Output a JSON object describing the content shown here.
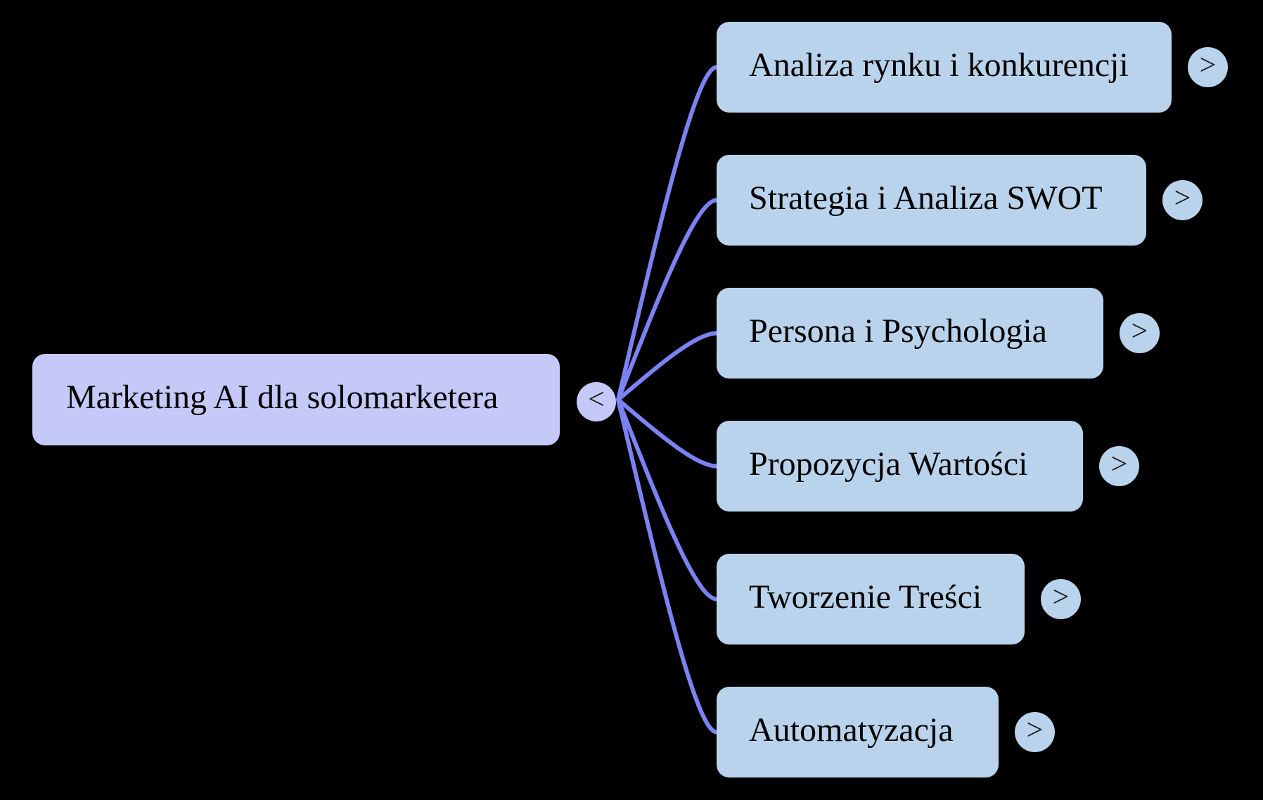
{
  "diagram": {
    "type": "mindmap",
    "background_color": "#000000",
    "root": {
      "label": "Marketing AI dla solomarketera",
      "collapse_glyph": "<"
    },
    "children": [
      {
        "label": "Analiza rynku i konkurencji",
        "expand_glyph": ">"
      },
      {
        "label": "Strategia i Analiza SWOT",
        "expand_glyph": ">"
      },
      {
        "label": "Persona i Psychologia",
        "expand_glyph": ">"
      },
      {
        "label": "Propozycja Wartości",
        "expand_glyph": ">"
      },
      {
        "label": "Tworzenie Treści",
        "expand_glyph": ">"
      },
      {
        "label": "Automatyzacja",
        "expand_glyph": ">"
      }
    ],
    "colors": {
      "root_fill": "#c5c9f8",
      "child_fill": "#b9d3ec",
      "connector": "#7b83f2",
      "text": "#000000",
      "glyph": "#1d1d1d"
    }
  }
}
